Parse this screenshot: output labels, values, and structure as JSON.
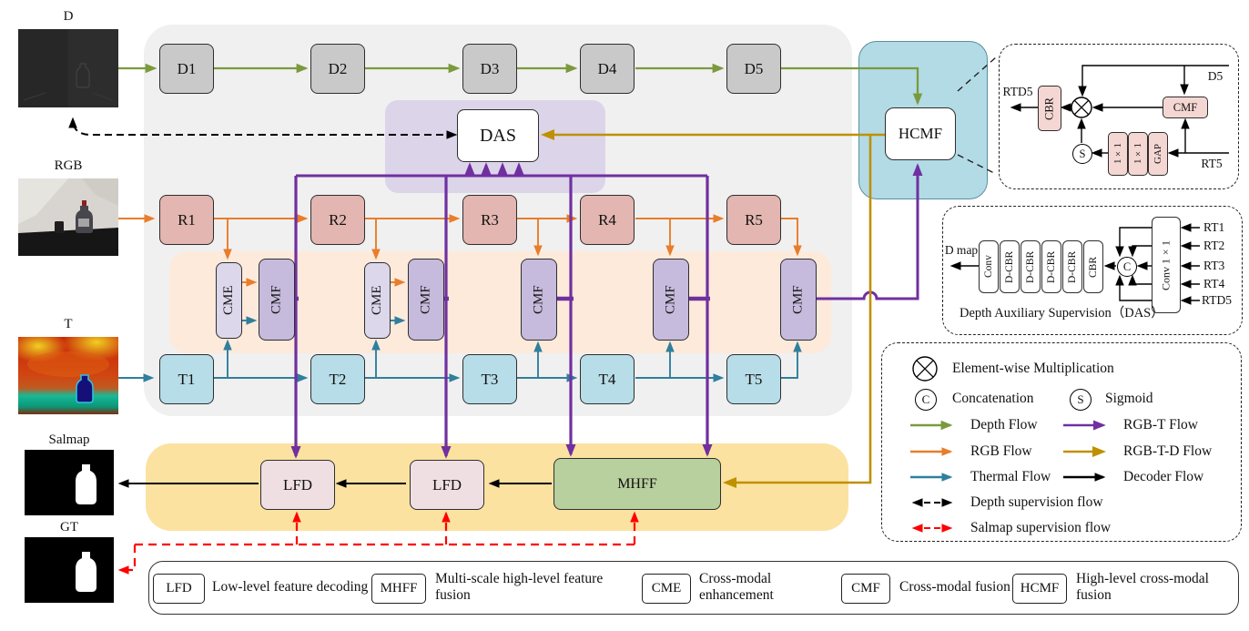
{
  "colors": {
    "depth_flow": "#7a9a3d",
    "rgb_flow": "#e87d2a",
    "thermal_flow": "#2f7f9d",
    "rgbt_flow": "#7030a0",
    "rgbtd_flow": "#bf9000",
    "decoder_flow": "#000000",
    "salmap_flow": "#fe0000",
    "backbone_bg": "#f1f0f0",
    "das_bg": "#dcd5ea",
    "fusion_bg": "#fdeadb",
    "decoder_bg": "#fbe2a1",
    "hcmf_bg": "#b2dbe6",
    "d_block": "#c9c9c9",
    "r_block": "#e3b6b1",
    "t_block": "#b7dde8",
    "cme_block": "#dcd7eb",
    "cmf_block": "#c6bbdc",
    "lfd_block": "#efdfe3",
    "mhff_block": "#b8cf9e",
    "detail_pink": "#f4d7d3"
  },
  "inputs": {
    "d": "D",
    "rgb": "RGB",
    "t": "T",
    "salmap": "Salmap",
    "gt": "GT"
  },
  "backbone": {
    "d": [
      "D1",
      "D2",
      "D3",
      "D4",
      "D5"
    ],
    "r": [
      "R1",
      "R2",
      "R3",
      "R4",
      "R5"
    ],
    "t": [
      "T1",
      "T2",
      "T3",
      "T4",
      "T5"
    ]
  },
  "fusion": {
    "cme": [
      "CME",
      "CME"
    ],
    "cmf": [
      "CMF",
      "CMF",
      "CMF",
      "CMF",
      "CMF"
    ]
  },
  "modules": {
    "das": "DAS",
    "hcmf": "HCMF",
    "lfd": [
      "LFD",
      "LFD"
    ],
    "mhff": "MHFF"
  },
  "hcmf_detail": {
    "output": "RTD5",
    "cbr": "CBR",
    "cmf": "CMF",
    "d5": "D5",
    "rt5": "RT5",
    "stack": [
      "1×1",
      "1×1",
      "GAP"
    ],
    "sigmoid": "S"
  },
  "das_detail": {
    "output": "D map",
    "decode_stack": [
      "Conv",
      "D-CBR",
      "D-CBR",
      "D-CBR",
      "D-CBR",
      "CBR"
    ],
    "concat": "C",
    "conv1x1": "Conv 1×1",
    "inputs": [
      "RT1",
      "RT2",
      "RT3",
      "RT4",
      "RTD5"
    ],
    "caption": "Depth Auxiliary Supervision（DAS）"
  },
  "legend": {
    "mult": "Element-wise Multiplication",
    "concat_symbol": "C",
    "concat": "Concatenation",
    "sigmoid_symbol": "S",
    "sigmoid": "Sigmoid",
    "flows": [
      {
        "label": "Depth Flow"
      },
      {
        "label": "RGB-T Flow"
      },
      {
        "label": "RGB Flow"
      },
      {
        "label": "RGB-T-D Flow"
      },
      {
        "label": "Thermal Flow"
      },
      {
        "label": "Decoder Flow"
      },
      {
        "label": "Depth supervision flow"
      },
      {
        "label": "Salmap supervision flow"
      }
    ]
  },
  "bottom_legend": [
    {
      "abbr": "LFD",
      "desc": "Low-level feature decoding"
    },
    {
      "abbr": "MHFF",
      "desc": "Multi-scale high-level feature fusion"
    },
    {
      "abbr": "CME",
      "desc": "Cross-modal enhancement"
    },
    {
      "abbr": "CMF",
      "desc": "Cross-modal fusion"
    },
    {
      "abbr": "HCMF",
      "desc": "High-level cross-modal fusion"
    }
  ]
}
